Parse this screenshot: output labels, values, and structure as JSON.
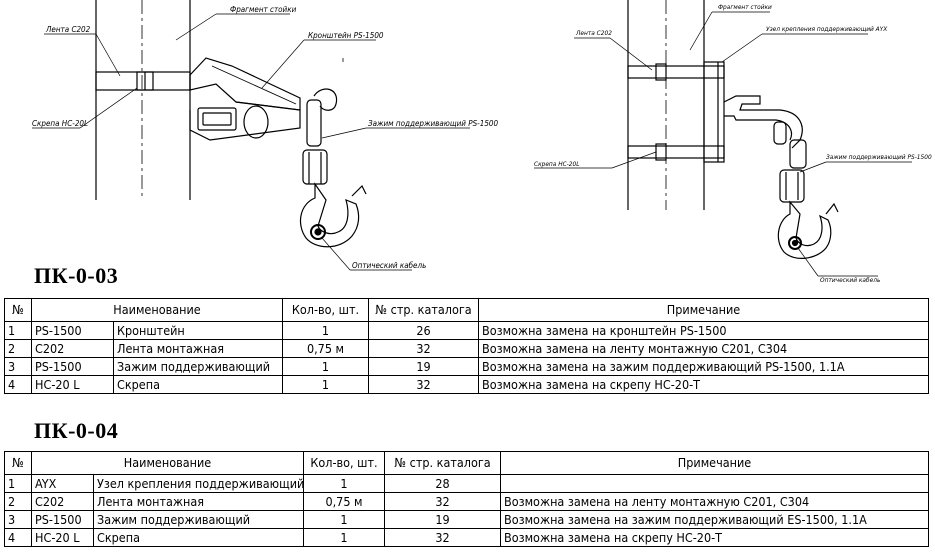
{
  "drawing_left": {
    "labels": {
      "fragment": "Фрагмент стойки",
      "tape": "Лента С202",
      "bracket": "Кронштейн PS-1500",
      "clamp": "Зажим поддерживающий PS-1500",
      "clip": "Скрепа НС-20L",
      "cable": "Оптический кабель"
    }
  },
  "drawing_right": {
    "labels": {
      "fragment": "Фрагмент стойки",
      "node": "Узел крепления поддерживающий AYX",
      "tape": "Лента С202",
      "clip": "Скрепа НС-20L",
      "clamp": "Зажим поддерживающий PS-1500",
      "cable": "Оптический кабель"
    }
  },
  "table1": {
    "title": "ПК-0-03",
    "headers": [
      "№",
      "Наименование",
      "Кол-во, шт.",
      "№ стр. каталога",
      "Примечание"
    ],
    "rows": [
      [
        "1",
        "PS-1500",
        "Кронштейн",
        "1",
        "26",
        "Возможна замена на кронштейн PS-1500"
      ],
      [
        "2",
        "С202",
        "Лента монтажная",
        "0,75 м",
        "32",
        "Возможна замена на ленту монтажную С201, С304"
      ],
      [
        "3",
        "PS-1500",
        "Зажим поддерживающий",
        "1",
        "19",
        "Возможна замена на зажим поддерживающий PS-1500, 1.1А"
      ],
      [
        "4",
        "НС-20 L",
        "Скрепа",
        "1",
        "32",
        "Возможна замена  на скрепу НС-20-Т"
      ]
    ]
  },
  "table2": {
    "title": "ПК-0-04",
    "headers": [
      "№",
      "Наименование",
      "Кол-во, шт.",
      "№ стр. каталога",
      "Примечание"
    ],
    "rows": [
      [
        "1",
        "AYX",
        "Узел крепления поддерживающий",
        "1",
        "28",
        ""
      ],
      [
        "2",
        "С202",
        "Лента монтажная",
        "0,75 м",
        "32",
        "Возможна замена на ленту монтажную С201, С304"
      ],
      [
        "3",
        "PS-1500",
        "Зажим поддерживающий",
        "1",
        "19",
        "Возможна замена на зажим поддерживающий ES-1500, 1.1А"
      ],
      [
        "4",
        "НС-20 L",
        "Скрепа",
        "1",
        "32",
        "Возможна замена  на скрепу НС-20-Т"
      ]
    ]
  }
}
